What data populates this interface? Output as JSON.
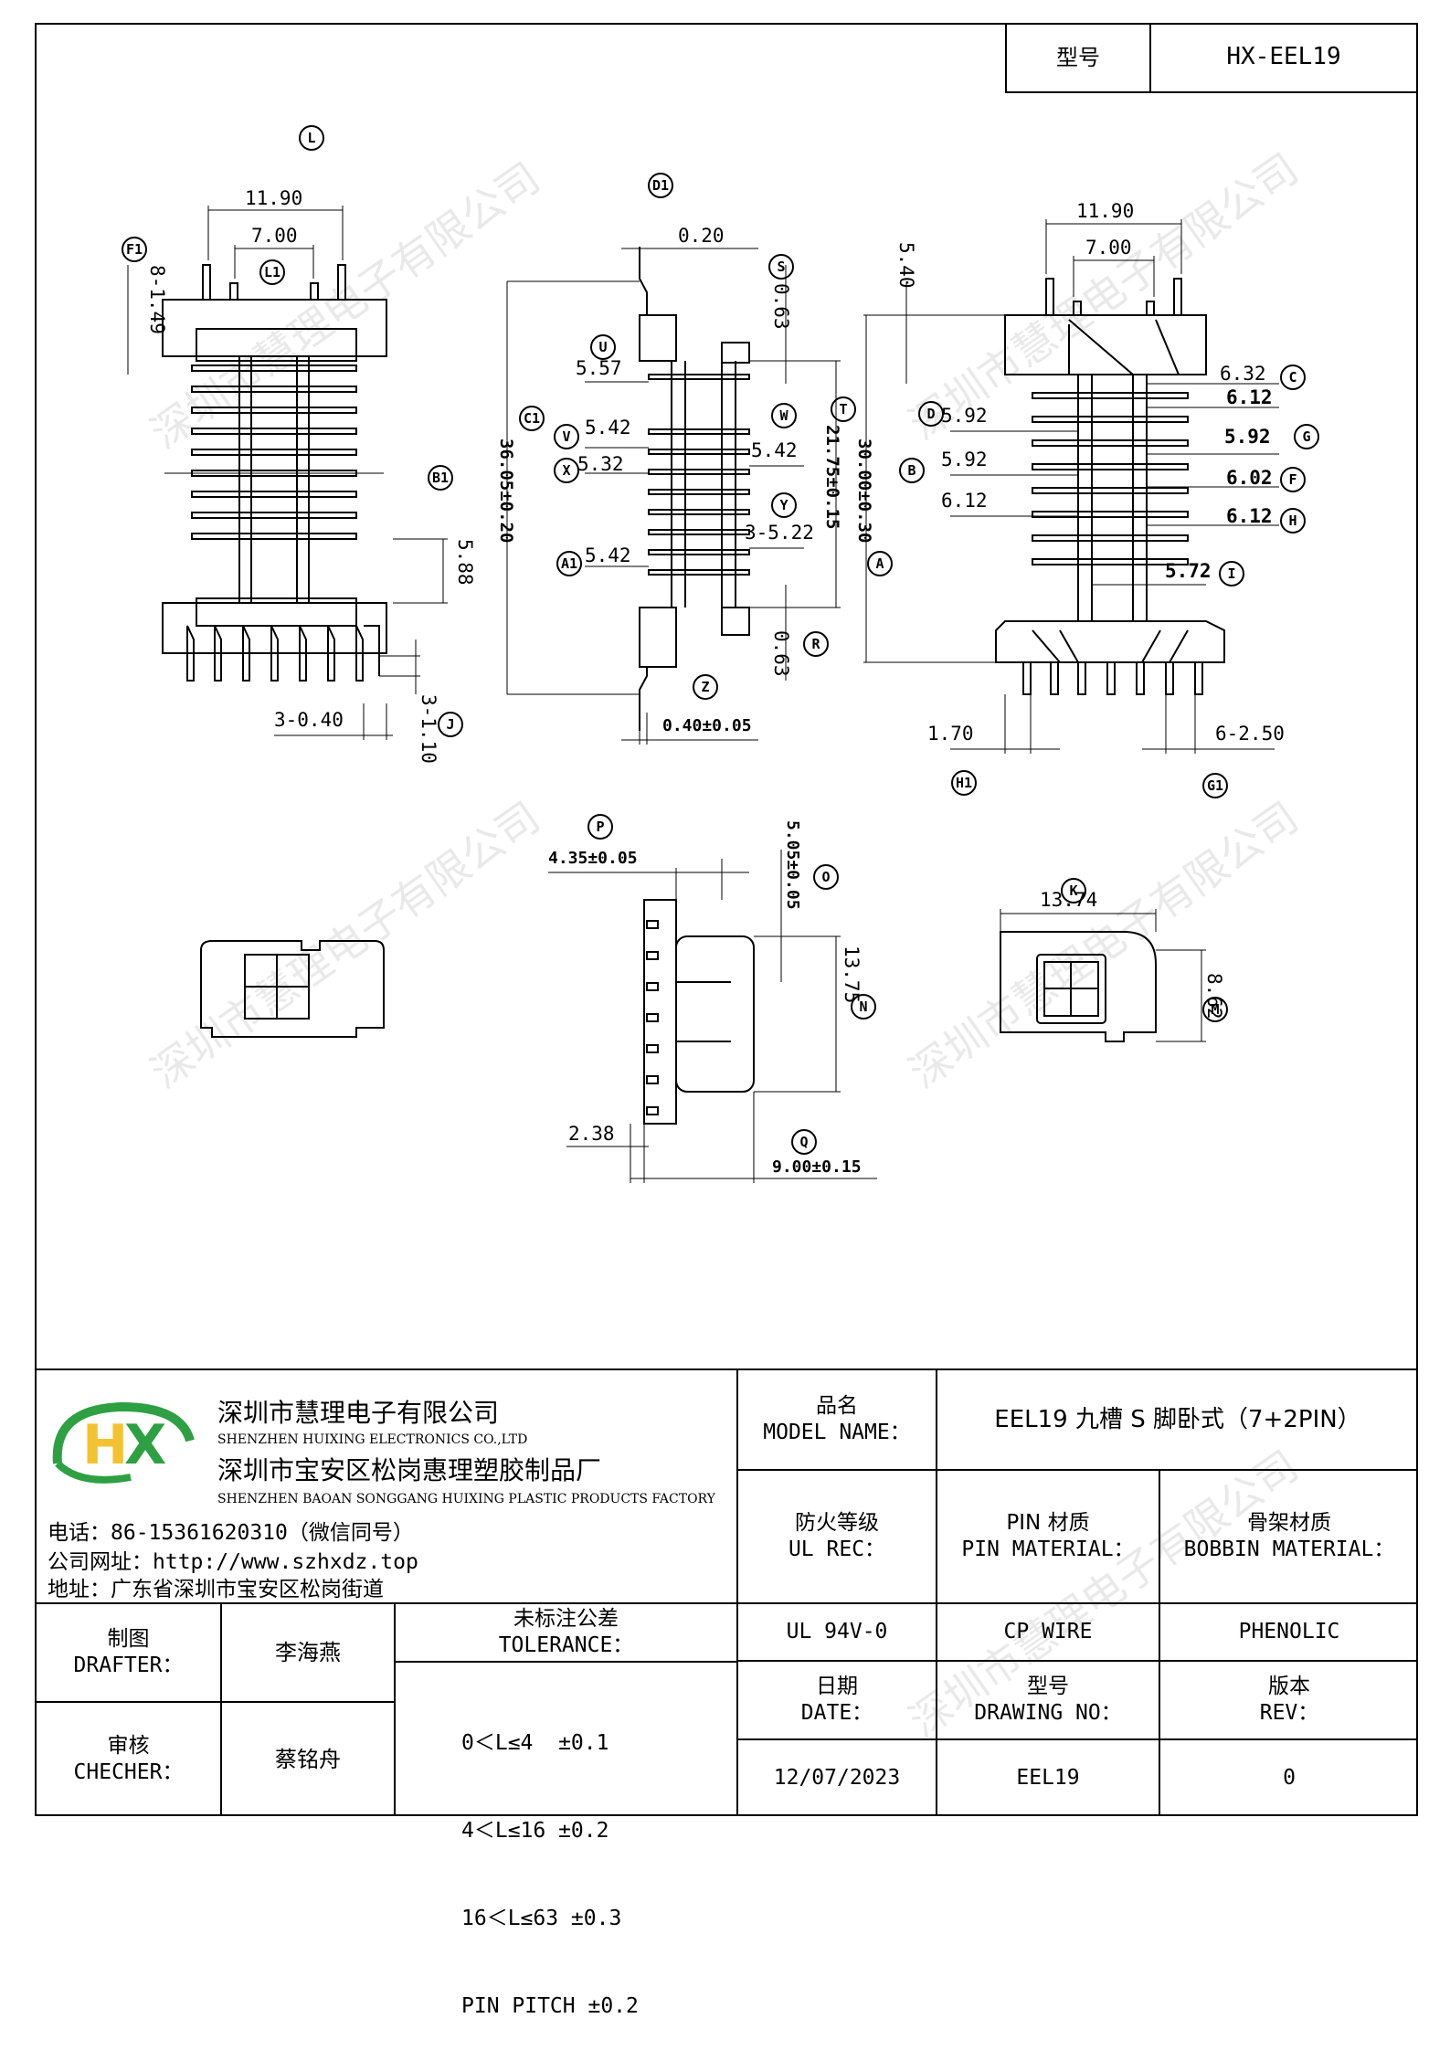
{
  "header": {
    "model_label": "型号",
    "model_value": "HX-EEL19"
  },
  "dims": {
    "side_11_90": "11.90",
    "side_7_00": "7.00",
    "side_f1": "8-1.49",
    "side_5_88": "5.88",
    "side_3_040": "3-0.40",
    "side_3_110": "3-1.10",
    "front_0_20": "0.20",
    "front_0_63_top": "0.63",
    "front_5_57": "5.57",
    "front_5_42_a": "5.42",
    "front_5_32": "5.32",
    "front_5_42_b": "5.42",
    "front_5_42_c": "5.42",
    "front_3_522": "3-5.22",
    "front_21_75": "21.75±0.15",
    "front_36_05": "36.05±0.20",
    "front_0_63_bot": "0.63",
    "front_0_40": "0.40±0.05",
    "right_11_90": "11.90",
    "right_7_00": "7.00",
    "right_5_40": "5.40",
    "right_30_00": "30.00±0.30",
    "right_6_32": "6.32",
    "right_6_12_a": "6.12",
    "right_5_92_a": "5.92",
    "right_5_92_b": "5.92",
    "right_5_92_c": "5.92",
    "right_6_02": "6.02",
    "right_6_12_b": "6.12",
    "right_6_12_c": "6.12",
    "right_5_72": "5.72",
    "right_1_70": "1.70",
    "right_6_250": "6-2.50",
    "bot_4_35": "4.35±0.05",
    "bot_5_05": "5.05±0.05",
    "bot_13_75": "13.75",
    "bot_2_38": "2.38",
    "bot_9_00": "9.00±0.15",
    "bot_13_74": "13.74",
    "bot_8_62": "8.62"
  },
  "labels": {
    "L": "L",
    "L1": "L1",
    "F1": "F1",
    "B1": "B1",
    "J": "J",
    "D1": "D1",
    "S": "S",
    "U": "U",
    "C1": "C1",
    "V": "V",
    "X": "X",
    "A1": "A1",
    "W": "W",
    "Y": "Y",
    "T": "T",
    "R": "R",
    "Z": "Z",
    "B": "B",
    "A": "A",
    "C": "C",
    "D": "D",
    "G": "G",
    "F": "F",
    "H": "H",
    "I": "I",
    "H1": "H1",
    "G1": "G1",
    "P": "P",
    "O": "O",
    "N": "N",
    "Q": "Q",
    "K": "K",
    "M": "M"
  },
  "watermark": "深圳市慧理电子有限公司",
  "company": {
    "name_cn": "深圳市慧理电子有限公司",
    "name_en": "SHENZHEN HUIXING ELECTRONICS CO.,LTD",
    "factory_cn": "深圳市宝安区松岗惠理塑胶制品厂",
    "factory_en": "SHENZHEN BAOAN SONGGANG HUIXING PLASTIC PRODUCTS FACTORY",
    "phone": "电话：86-15361620310（微信同号）",
    "website": "公司网址：http://www.szhxdz.top",
    "address": "地址：广东省深圳市宝安区松岗街道",
    "logo_text": "HX",
    "logo_colors": {
      "h": "#f2c230",
      "x": "#2ea043"
    }
  },
  "title_block": {
    "model_name_cn": "品名",
    "model_name_en": "MODEL NAME：",
    "model_name_value": "EEL19 九槽 S 脚卧式（7+2PIN）",
    "fire_cn": "防火等级",
    "fire_en": "UL REC：",
    "pin_cn": "PIN 材质",
    "pin_en": "PIN MATERIAL：",
    "bobbin_cn": "骨架材质",
    "bobbin_en": "BOBBIN MATERIAL：",
    "fire_value": "UL 94V-0",
    "pin_value": "CP WIRE",
    "bobbin_value": "PHENOLIC",
    "drafter_cn": "制图",
    "drafter_en": "DRAFTER：",
    "drafter_name": "李海燕",
    "checker_cn": "审核",
    "checker_en": "CHECHER：",
    "checker_name": "蔡铭舟",
    "tol_cn": "未标注公差",
    "tol_en": "TOLERANCE：",
    "tol_lines": [
      "0＜L≤4  ±0.1",
      "4＜L≤16 ±0.2",
      "16＜L≤63 ±0.3",
      "PIN PITCH ±0.2"
    ],
    "date_cn": "日期",
    "date_en": "DATE：",
    "date_value": "12/07/2023",
    "dwg_cn": "型号",
    "dwg_en": "DRAWING NO：",
    "dwg_value": "EEL19",
    "rev_cn": "版本",
    "rev_en": "REV：",
    "rev_value": "0"
  }
}
